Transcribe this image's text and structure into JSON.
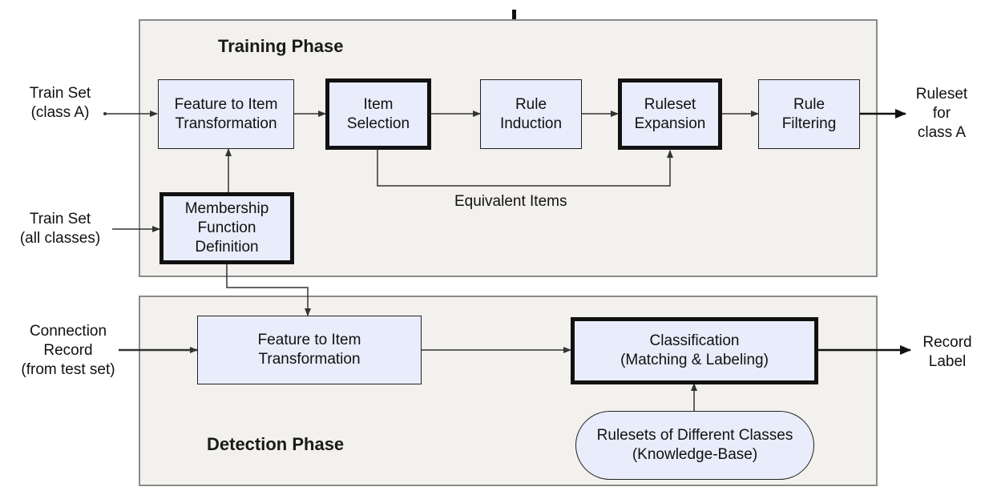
{
  "training_phase": {
    "title": "Training Phase",
    "boxes": {
      "feature_to_item": [
        "Feature to Item",
        "Transformation"
      ],
      "item_selection": [
        "Item",
        "Selection"
      ],
      "rule_induction": [
        "Rule",
        "Induction"
      ],
      "ruleset_expansion": [
        "Ruleset",
        "Expansion"
      ],
      "rule_filtering": [
        "Rule",
        "Filtering"
      ],
      "membership_function": [
        "Membership",
        "Function",
        "Definition"
      ]
    },
    "inputs": {
      "train_set_class_a": [
        "Train Set",
        "(class A)"
      ],
      "train_set_all_classes": [
        "Train Set",
        "(all classes)"
      ]
    },
    "output": [
      "Ruleset",
      "for",
      "class A"
    ],
    "equivalent_items_label": "Equivalent Items"
  },
  "detection_phase": {
    "title": "Detection Phase",
    "boxes": {
      "feature_to_item": [
        "Feature to Item",
        "Transformation"
      ],
      "classification": [
        "Classification",
        "(Matching & Labeling)"
      ],
      "rulesets_kb": [
        "Rulesets of Different Classes",
        "(Knowledge-Base)"
      ]
    },
    "input": [
      "Connection",
      "Record",
      "(from test set)"
    ],
    "output": [
      "Record",
      "Label"
    ]
  },
  "colors": {
    "box_fill": "#e9ecfa",
    "phase_fill": "#f3f1ed",
    "line": "#333333"
  }
}
